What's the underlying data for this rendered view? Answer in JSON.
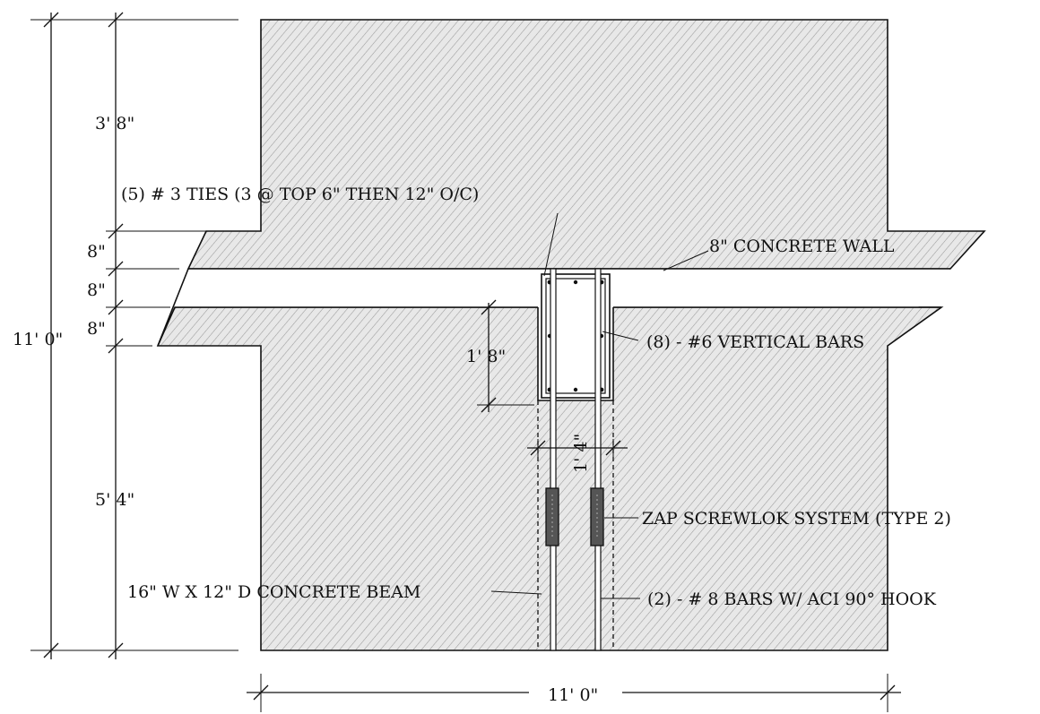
{
  "labels": {
    "ties": "(5) # 3 TIES (3 @ TOP 6\" THEN 12\" O/C)",
    "wall": "8\" CONCRETE WALL",
    "vertical_bars": "(8) - #6 VERTICAL BARS",
    "screwlok": "ZAP SCREWLOK SYSTEM (TYPE 2)",
    "beam": "16\" W X 12\" D CONCRETE BEAM",
    "bars_hook": "(2) - # 8 BARS W/ ACI  90° HOOK"
  },
  "dimensions": {
    "overall_height": "11' 0\"",
    "top_height": "3' 8\"",
    "wall_top": "8\"",
    "gap": "8\"",
    "wall_bottom": "8\"",
    "bottom_height": "5' 4\"",
    "pocket_depth": "1' 8\"",
    "bar_spacing": "1' 4\"",
    "overall_width": "11' 0\""
  }
}
